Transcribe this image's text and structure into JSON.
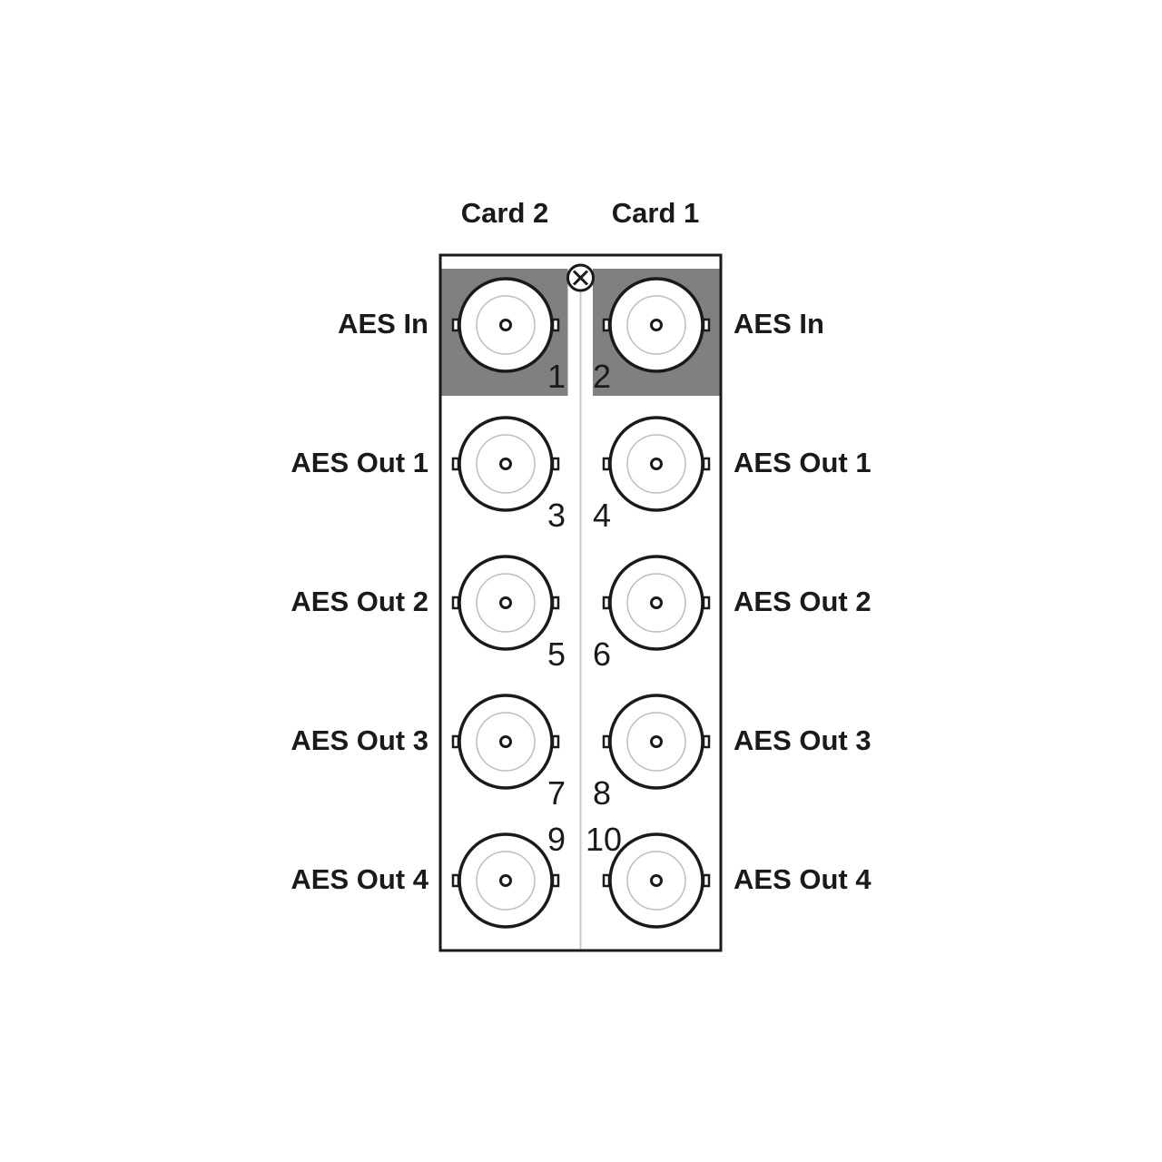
{
  "headers": {
    "card2": "Card 2",
    "card1": "Card 1"
  },
  "rows": [
    {
      "left_label": "AES In",
      "right_label": "AES In",
      "left_num": "1",
      "right_num": "2"
    },
    {
      "left_label": "AES Out 1",
      "right_label": "AES Out 1",
      "left_num": "3",
      "right_num": "4"
    },
    {
      "left_label": "AES Out 2",
      "right_label": "AES Out 2",
      "left_num": "5",
      "right_num": "6"
    },
    {
      "left_label": "AES Out 3",
      "right_label": "AES Out 3",
      "left_num": "7",
      "right_num": "8"
    },
    {
      "left_label": "AES Out 4",
      "right_label": "AES Out 4",
      "left_num": "9",
      "right_num": "10"
    }
  ],
  "colors": {
    "input_highlight": "#808080",
    "line": "#1a1a1a",
    "divider": "#c8c8c8"
  },
  "icons": {
    "connector": "bnc-connector-icon",
    "screw": "screw-icon"
  }
}
